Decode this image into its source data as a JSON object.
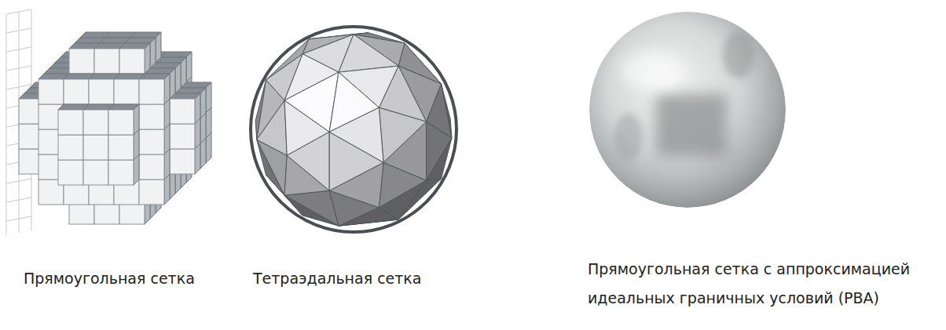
{
  "diagram": {
    "labels": [
      "Прямоугольная сетка",
      "Тетраэдальная сетка",
      "Прямоугольная сетка с аппроксимацией идеальных граничных условий (PBA)"
    ]
  }
}
